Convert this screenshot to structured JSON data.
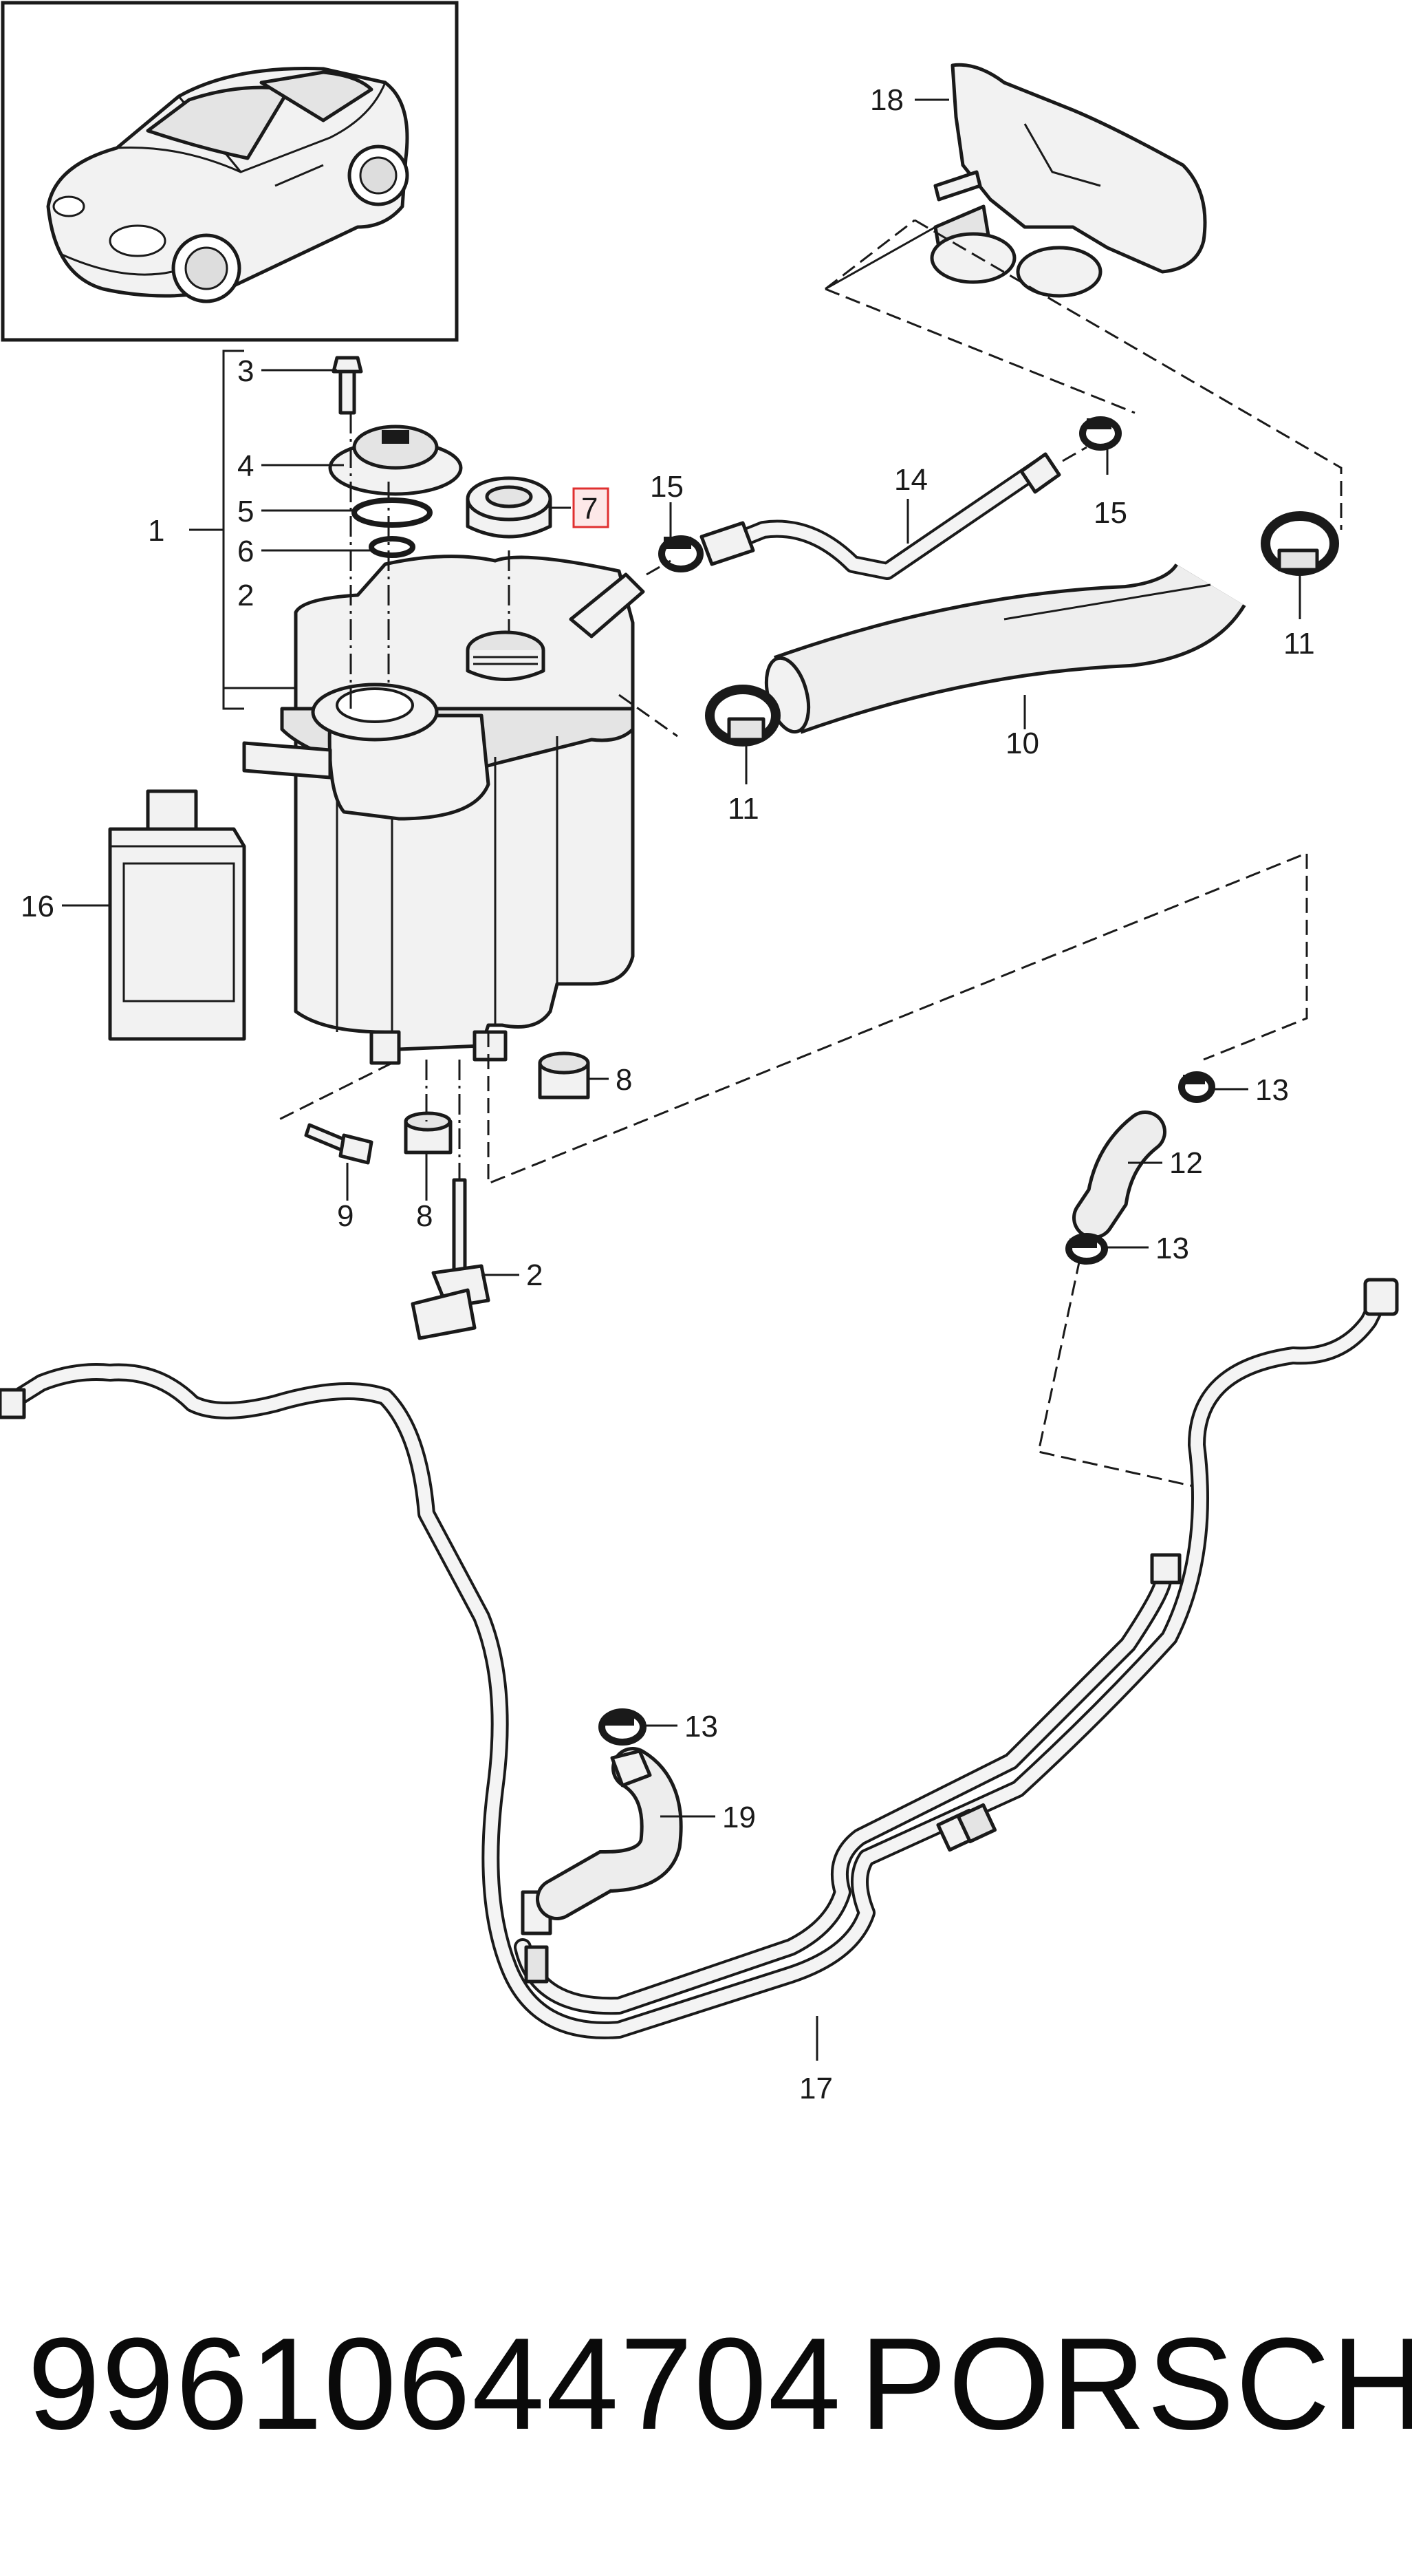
{
  "callouts": [
    {
      "id": "c1",
      "text": "1"
    },
    {
      "id": "c2a",
      "text": "2"
    },
    {
      "id": "c2b",
      "text": "2"
    },
    {
      "id": "c3",
      "text": "3"
    },
    {
      "id": "c4",
      "text": "4"
    },
    {
      "id": "c5",
      "text": "5"
    },
    {
      "id": "c6",
      "text": "6"
    },
    {
      "id": "c7",
      "text": "7"
    },
    {
      "id": "c8a",
      "text": "8"
    },
    {
      "id": "c8b",
      "text": "8"
    },
    {
      "id": "c9",
      "text": "9"
    },
    {
      "id": "c10",
      "text": "10"
    },
    {
      "id": "c11a",
      "text": "11"
    },
    {
      "id": "c11b",
      "text": "11"
    },
    {
      "id": "c12",
      "text": "12"
    },
    {
      "id": "c13a",
      "text": "13"
    },
    {
      "id": "c13b",
      "text": "13"
    },
    {
      "id": "c13c",
      "text": "13"
    },
    {
      "id": "c14",
      "text": "14"
    },
    {
      "id": "c15a",
      "text": "15"
    },
    {
      "id": "c15b",
      "text": "15"
    },
    {
      "id": "c16",
      "text": "16"
    },
    {
      "id": "c17",
      "text": "17"
    },
    {
      "id": "c18",
      "text": "18"
    },
    {
      "id": "c19",
      "text": "19"
    }
  ],
  "highlighted_callout": "7",
  "highlight_color": "#e03030",
  "footer": {
    "part_number": "99610644704",
    "brand": "PORSCHE"
  }
}
